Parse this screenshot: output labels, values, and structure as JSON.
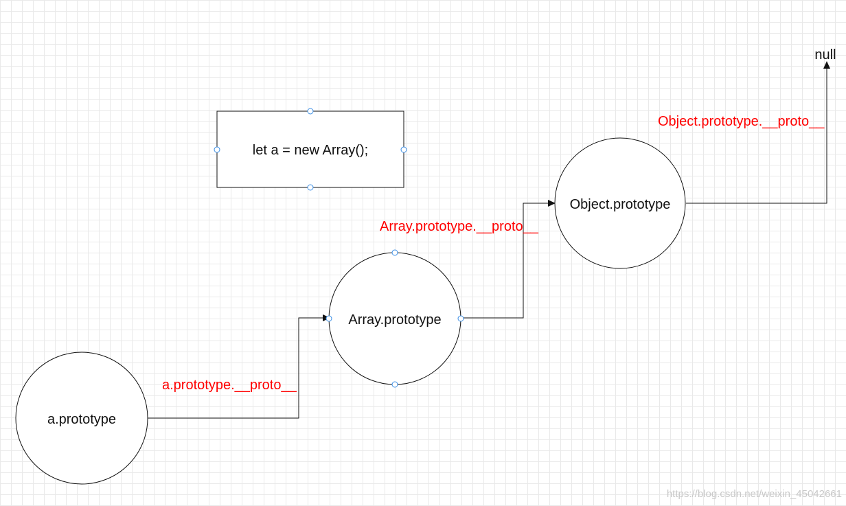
{
  "diagram": {
    "nodes": {
      "code_box": {
        "label": "let a = new Array();"
      },
      "a_prototype": {
        "label": "a.prototype"
      },
      "array_prototype": {
        "label": "Array.prototype"
      },
      "object_prototype": {
        "label": "Object.prototype"
      },
      "null_terminal": {
        "label": "null"
      }
    },
    "edges": {
      "a_to_array": {
        "label": "a.prototype.__proto__"
      },
      "array_to_object": {
        "label": "Array.prototype.__proto__"
      },
      "object_to_null": {
        "label": "Object.prototype.__proto__"
      }
    },
    "watermark": "https://blog.csdn.net/weixin_45042661"
  },
  "colors": {
    "edge_label": "#ff0000",
    "stroke": "#111111",
    "handle": "#3a8ee6",
    "watermark": "#c8c8c8"
  }
}
